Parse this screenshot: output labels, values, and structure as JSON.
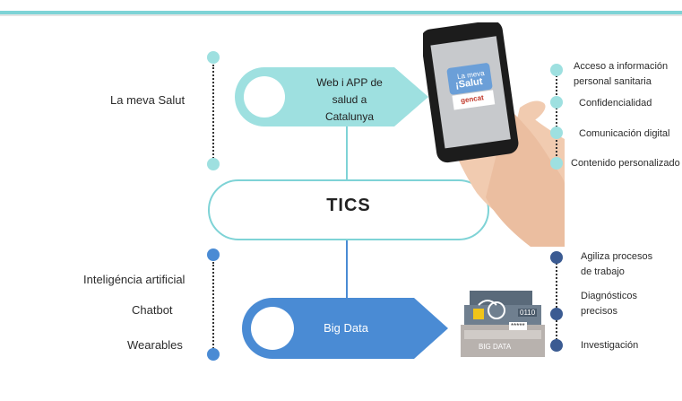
{
  "top": {
    "title": "Web i APP de salud a Catalunya",
    "title_lines": [
      "Web i APP de",
      "salud a",
      "Catalunya"
    ],
    "left_label": "La meva Salut",
    "items": [
      "Acceso a información personal sanitaria",
      "Confidencialidad",
      "Comunicación digital",
      "Contenido personalizado"
    ],
    "item1_lines": [
      "Acceso a información",
      "personal sanitaria"
    ]
  },
  "center": {
    "label": "TICS"
  },
  "bottom": {
    "title": "Big Data",
    "left_labels": [
      "Inteligéncia artificial",
      "Chatbot",
      "Wearables"
    ],
    "items": [
      "Agiliza procesos de trabajo",
      "Diagnósticos precisos",
      "Investigación"
    ],
    "item1_lines": [
      "Agiliza procesos",
      "de trabajo"
    ],
    "item2_lines": [
      "Diagnósticos",
      "precisos"
    ]
  },
  "phone": {
    "screen_text": [
      "La meva",
      "¡Salut",
      "gencat"
    ]
  },
  "bigdata_image": {
    "caption": "BIG DATA",
    "binary": "0110",
    "password": "*****"
  },
  "colors": {
    "teal": "#9ee0e0",
    "blue": "#4a8bd4",
    "navy": "#3b5b92",
    "accent_line": "#7ed3d6"
  }
}
